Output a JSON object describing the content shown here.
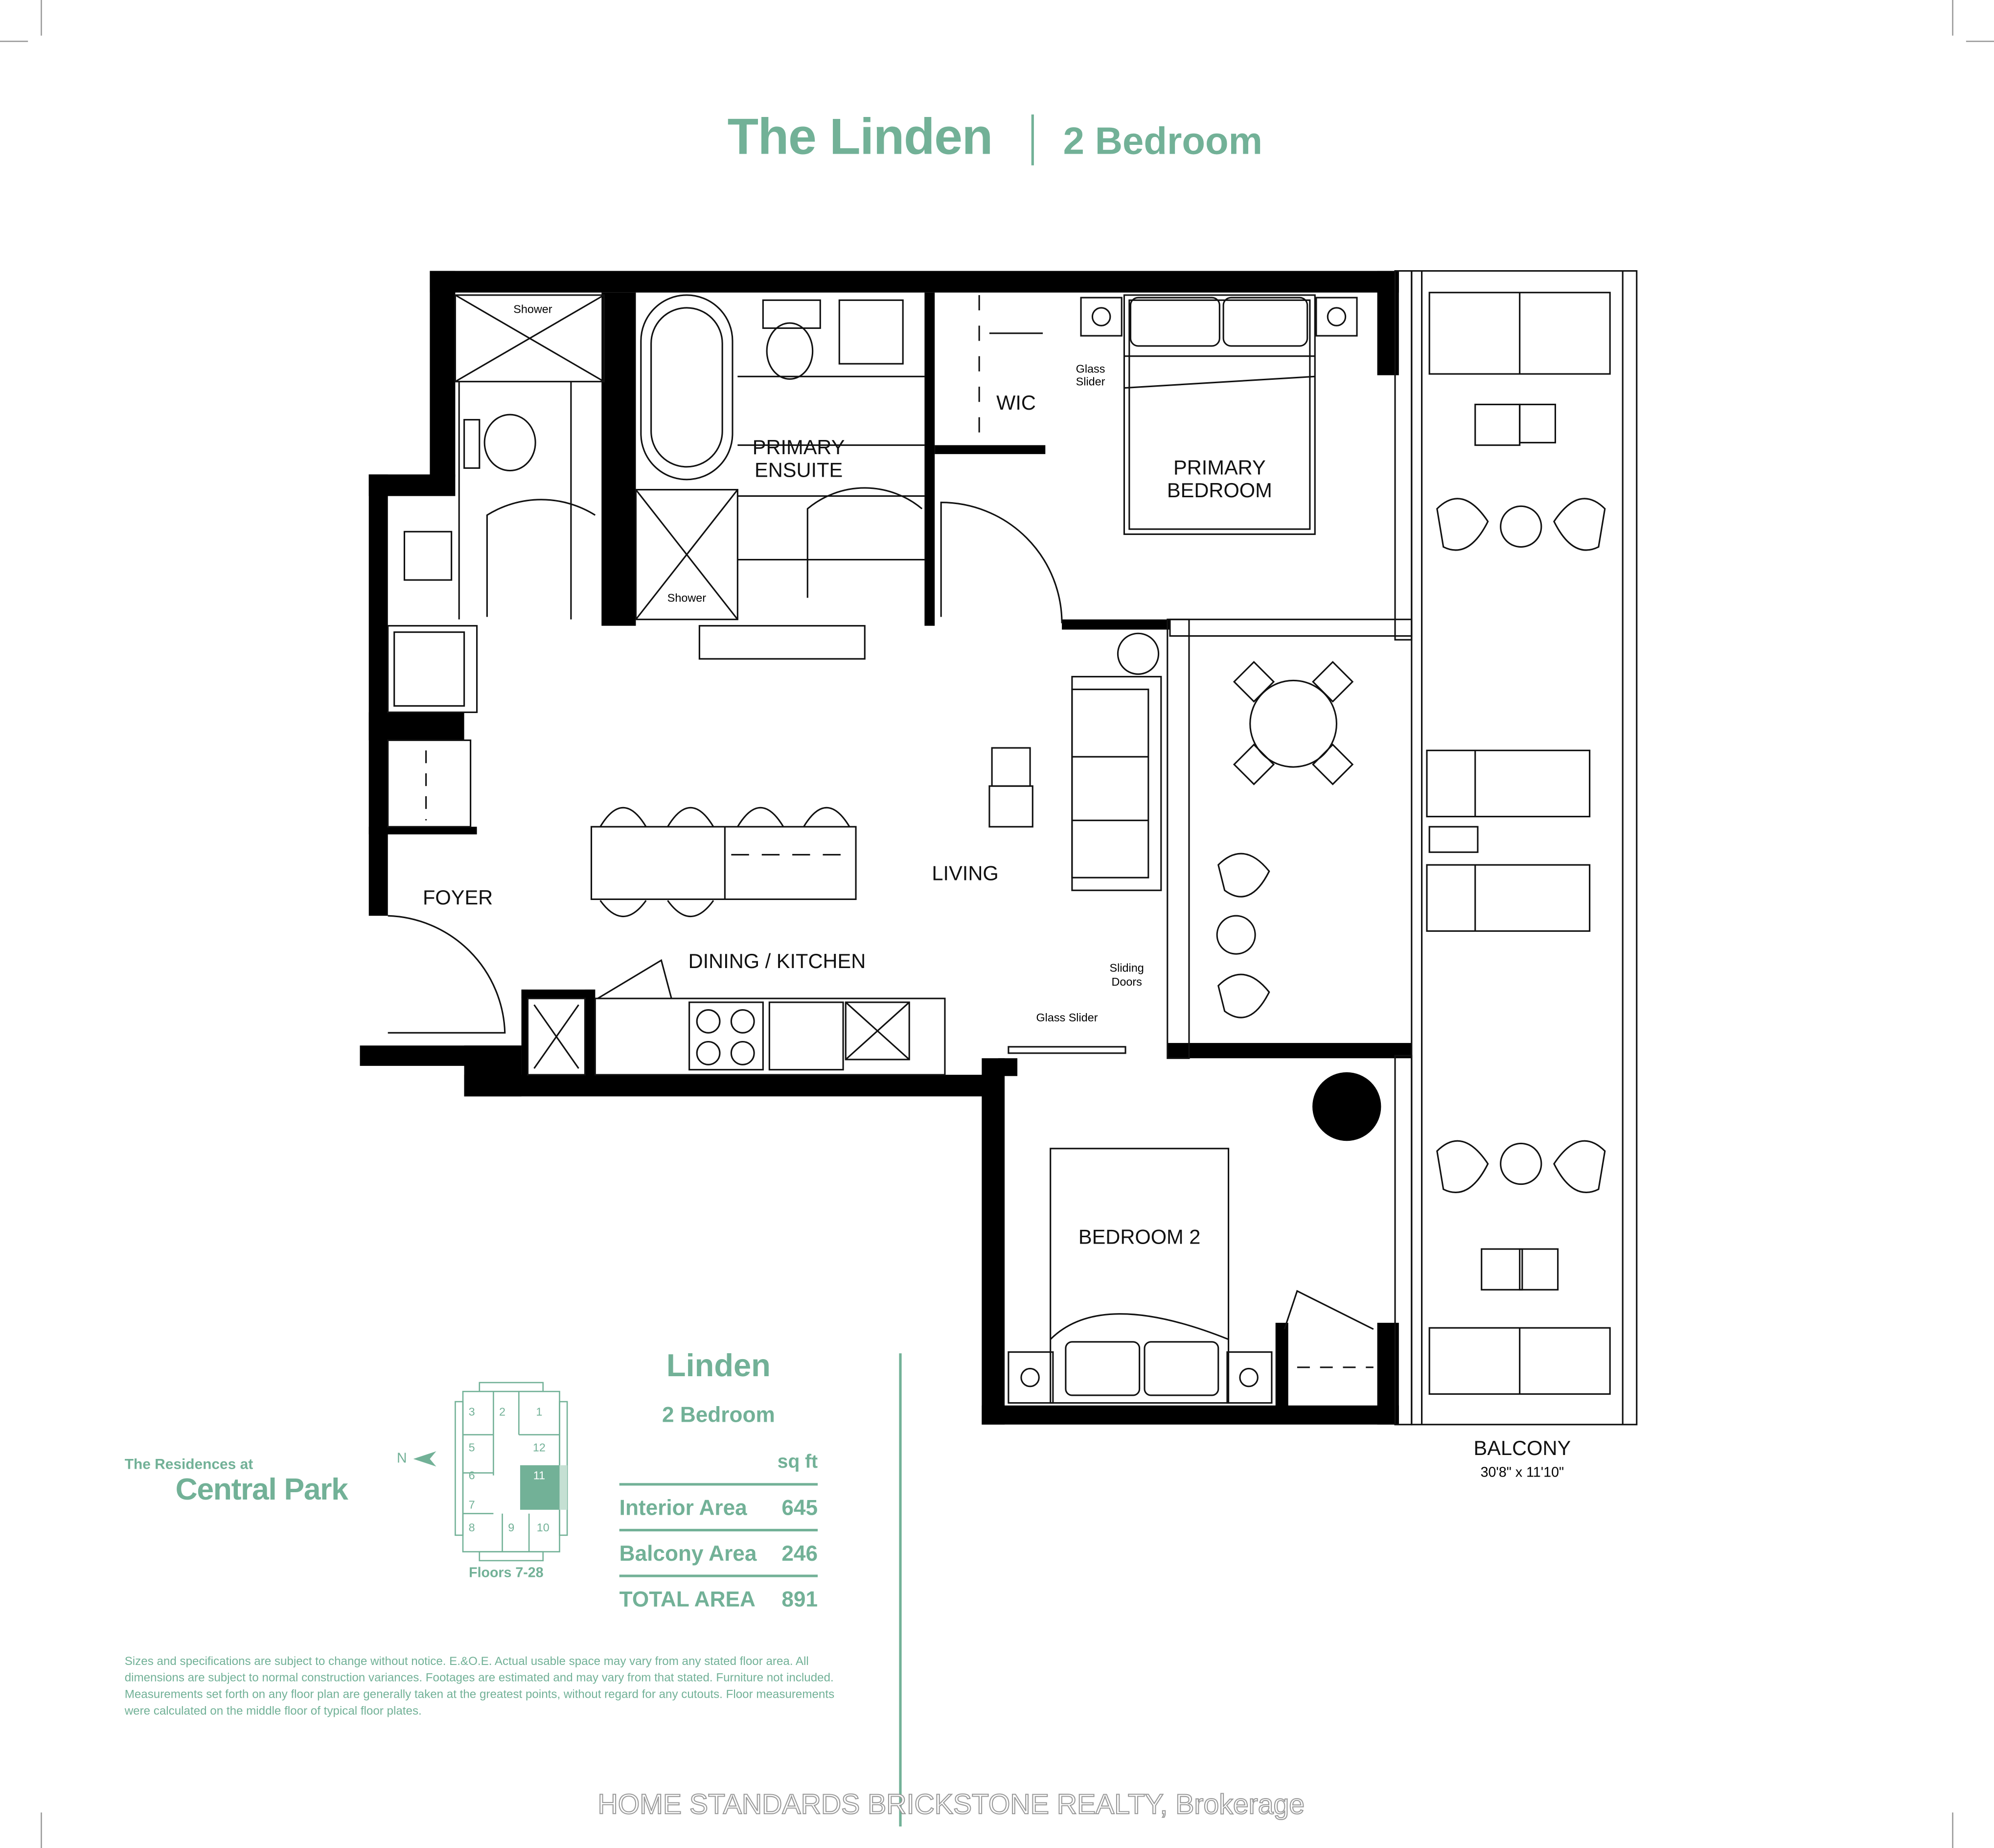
{
  "header": {
    "title": "The Linden",
    "subtitle": "2 Bedroom"
  },
  "rooms": {
    "shower1": "Shower",
    "shower2": "Shower",
    "primary_ensuite_1": "PRIMARY",
    "primary_ensuite_2": "ENSUITE",
    "wic": "WIC",
    "glass_slider_top_1": "Glass",
    "glass_slider_top_2": "Slider",
    "primary_bedroom_1": "PRIMARY",
    "primary_bedroom_2": "BEDROOM",
    "foyer": "FOYER",
    "living": "LIVING",
    "dining_kitchen": "DINING / KITCHEN",
    "sliding_doors_1": "Sliding",
    "sliding_doors_2": "Doors",
    "glass_slider_bottom": "Glass Slider",
    "bedroom2": "BEDROOM 2",
    "balcony": "BALCONY",
    "balcony_dims": "30'8\" x 11'10\""
  },
  "keyplate": {
    "brand_line1": "The Residences at",
    "brand_line2": "Central Park",
    "north": "N",
    "units": [
      "3",
      "2",
      "1",
      "5",
      "12",
      "6",
      "11",
      "7",
      "8",
      "9",
      "10"
    ],
    "highlighted_unit": "11",
    "floors": "Floors 7-28"
  },
  "summary": {
    "name": "Linden",
    "type": "2 Bedroom",
    "unit_header": "sq ft",
    "rows": [
      {
        "label": "Interior Area",
        "value": "645"
      },
      {
        "label": "Balcony Area",
        "value": "246"
      },
      {
        "label": "TOTAL AREA",
        "value": "891"
      }
    ]
  },
  "disclaimer": "Sizes and specifications are subject to change without notice. E.&O.E. Actual usable space may vary from any stated floor area. All dimensions are subject to normal construction variances. Footages are estimated and may vary from that stated. Furniture not included. Measurements set forth on any floor plan are generally taken at the greatest points, without regard for any cutouts. Floor measurements were calculated on the middle floor of typical floor plates.",
  "watermark": "HOME STANDARDS BRICKSTONE REALTY, Brokerage",
  "colors": {
    "brand_green": "#72b197",
    "wall": "#000000"
  }
}
